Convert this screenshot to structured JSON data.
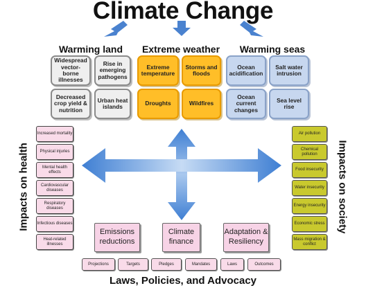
{
  "title": "Climate Change",
  "headings": {
    "warming_land": "Warming land",
    "extreme_weather": "Extreme weather",
    "warming_seas": "Warming seas"
  },
  "warming_land": [
    "Widespread vector-borne illnesses",
    "Rise in emerging pathogens",
    "Decreased crop yield & nutrition",
    "Urban heat islands"
  ],
  "extreme_weather": [
    "Extreme temperature",
    "Storms and floods",
    "Droughts",
    "Wildfires"
  ],
  "warming_seas": [
    "Ocean acidification",
    "Salt water intrusion",
    "Ocean current changes",
    "Sea level rise"
  ],
  "health_label": "Impacts on health",
  "health": [
    "Increased mortality",
    "Physical injuries",
    "Mental health effects",
    "Cardiovascular diseases",
    "Respiratory diseases",
    "Infectious diseases",
    "Heat-related illnesses"
  ],
  "society_label": "Impacts on society",
  "society": [
    "Air pollution",
    "Chemical pollution",
    "Food insecurity",
    "Water insecurity",
    "Energy insecurity",
    "Economic stress",
    "Mass migration & conflict"
  ],
  "responses": [
    "Emissions reductions",
    "Climate finance",
    "Adaptation & Resiliency"
  ],
  "tools": [
    "Projections",
    "Targets",
    "Pledges",
    "Mandates",
    "Laws",
    "Outcomes"
  ],
  "footer": "Laws, Policies, and Advocacy",
  "colors": {
    "arrow_blue": "#5b8fd6",
    "gray_box": "#efefef",
    "orange_box": "#ffbe28",
    "blue_box": "#c7d7ef",
    "pink_box": "#f7d3e6",
    "olive_box": "#c9c92e"
  }
}
